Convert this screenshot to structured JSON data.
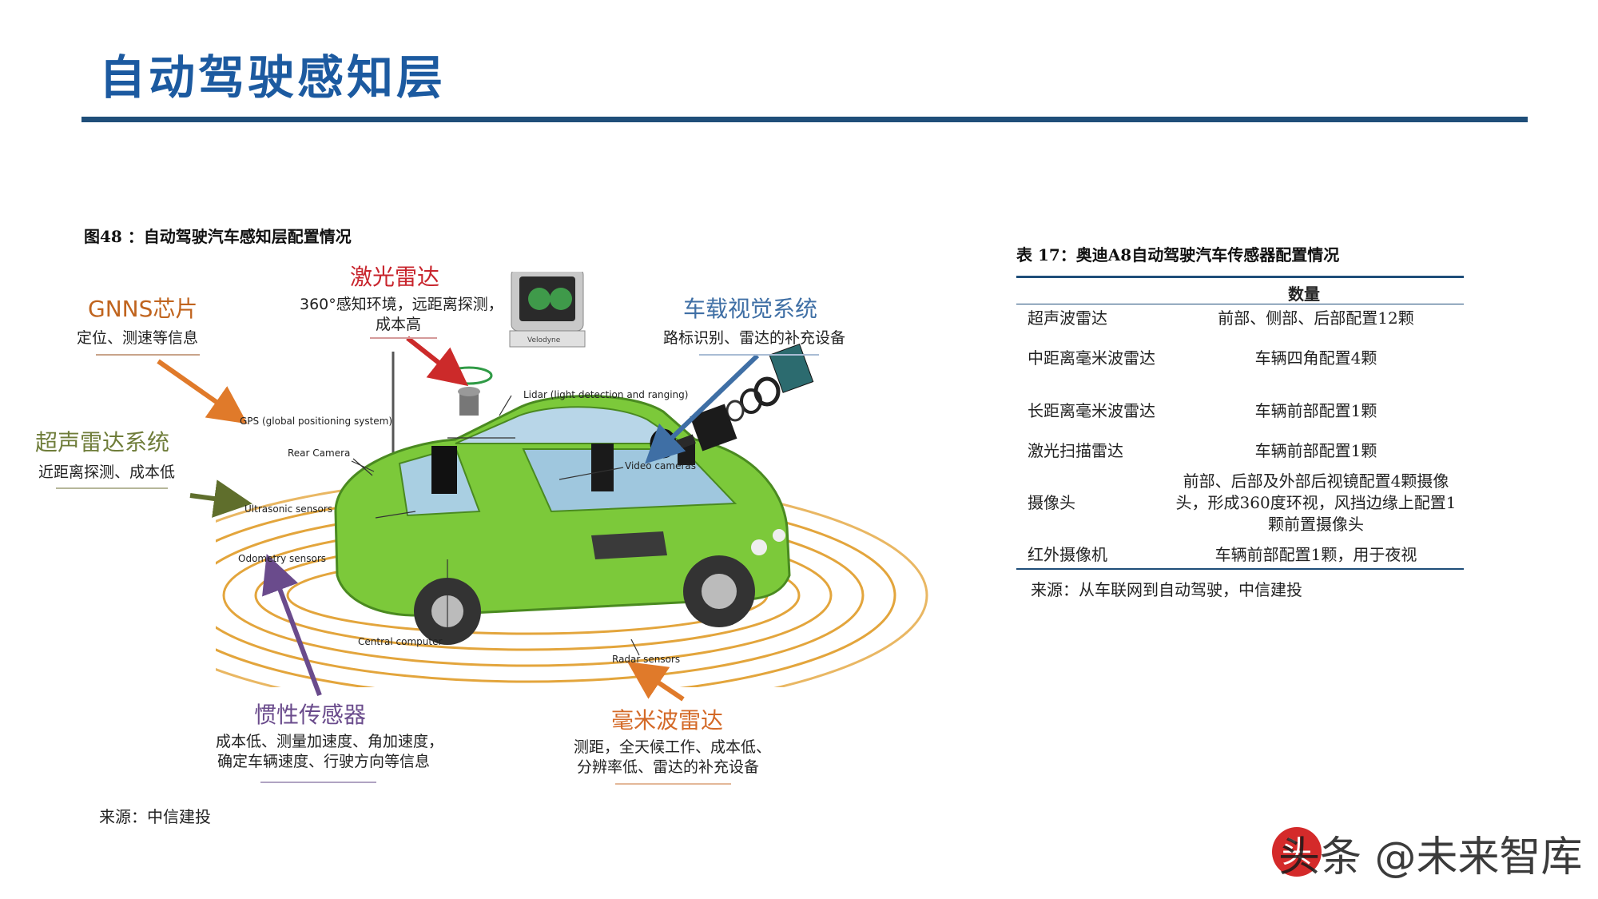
{
  "page": {
    "title": "自动驾驶感知层",
    "figure_caption": "图48 ：自动驾驶汽车感知层配置情况",
    "figure_source": "来源：中信建投",
    "watermark": "头条 @未来智库"
  },
  "figure": {
    "callouts": {
      "gnns": {
        "title": "GNNS芯片",
        "desc": "定位、测速等信息",
        "color": "#c0641e"
      },
      "lidar": {
        "title": "激光雷达",
        "desc1": "360°感知环境，远距离探测，",
        "desc2": "成本高",
        "color": "#c8252d"
      },
      "vision": {
        "title": "车载视觉系统",
        "desc": "路标识别、雷达的补充设备",
        "color": "#3f6fa5"
      },
      "ultrasonic": {
        "title": "超声雷达系统",
        "desc": "近距离探测、成本低",
        "color": "#6f7d3a"
      },
      "inertial": {
        "title": "惯性传感器",
        "desc1": "成本低、测量加速度、角加速度，",
        "desc2": "确定车辆速度、行驶方向等信息",
        "color": "#6a4b8c"
      },
      "mmwave": {
        "title": "毫米波雷达",
        "desc1": "测距，全天候工作、成本低、",
        "desc2": "分辨率低、雷达的补充设备",
        "color": "#d46a28"
      }
    },
    "sensor_labels": {
      "gps": "GPS (global positioning system)",
      "lidar": "Lidar (light detection and ranging)",
      "rear_camera": "Rear Camera",
      "video_cameras": "Video cameras",
      "ultrasonic": "Ultrasonic sensors",
      "odometry": "Odometry sensors",
      "central_computer": "Central computer",
      "radar": "Radar sensors",
      "lidar_brand": "Velodyne"
    }
  },
  "table": {
    "caption": "表 17：奥迪A8自动驾驶汽车传感器配置情况",
    "header": [
      "",
      "数量"
    ],
    "rows": [
      {
        "name": "超声波雷达",
        "value": "前部、侧部、后部配置12颗"
      },
      {
        "name": "中距离毫米波雷达",
        "value": "车辆四角配置4颗"
      },
      {
        "name": "长距离毫米波雷达",
        "value": "车辆前部配置1颗"
      },
      {
        "name": "激光扫描雷达",
        "value": "车辆前部配置1颗"
      },
      {
        "name": "摄像头",
        "value": "前部、后部及外部后视镜配置4颗摄像头，形成360度环视，风挡边缘上配置1颗前置摄像头"
      },
      {
        "name": "红外摄像机",
        "value": "车辆前部配置1颗，用于夜视"
      }
    ],
    "source": "来源：从车联网到自动驾驶，中信建投"
  }
}
